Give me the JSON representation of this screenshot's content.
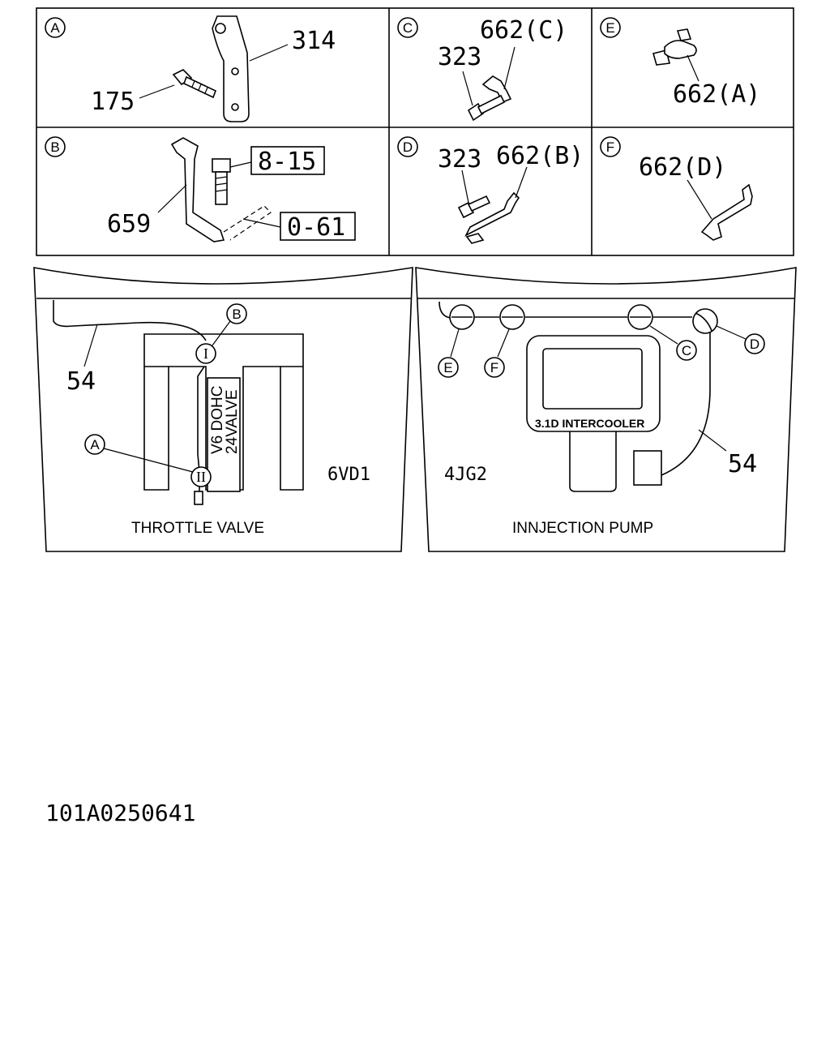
{
  "panels": {
    "A": {
      "letter": "A",
      "labels": [
        "314",
        "175"
      ]
    },
    "B": {
      "letter": "B",
      "labels": [
        "659"
      ],
      "boxed": [
        "8-15",
        "0-61"
      ]
    },
    "C": {
      "letter": "C",
      "labels": [
        "323",
        "662(C)"
      ]
    },
    "D": {
      "letter": "D",
      "labels": [
        "323",
        "662(B)"
      ]
    },
    "E": {
      "letter": "E",
      "labels": [
        "662(A)"
      ]
    },
    "F": {
      "letter": "F",
      "labels": [
        "662(D)"
      ]
    }
  },
  "engine_left": {
    "model": "6VD1",
    "caption": "THROTTLE VALVE",
    "engine_text_1": "V6 DOHC",
    "engine_text_2": "24VALVE",
    "harness": "54",
    "callouts": [
      "B",
      "A"
    ],
    "points": [
      "I",
      "II"
    ]
  },
  "engine_right": {
    "model": "4JG2",
    "caption": "INNJECTION PUMP",
    "engine_text": "3.1D INTERCOOLER",
    "harness": "54",
    "callouts": [
      "E",
      "F",
      "C",
      "D"
    ]
  },
  "part_number": "101A0250641"
}
